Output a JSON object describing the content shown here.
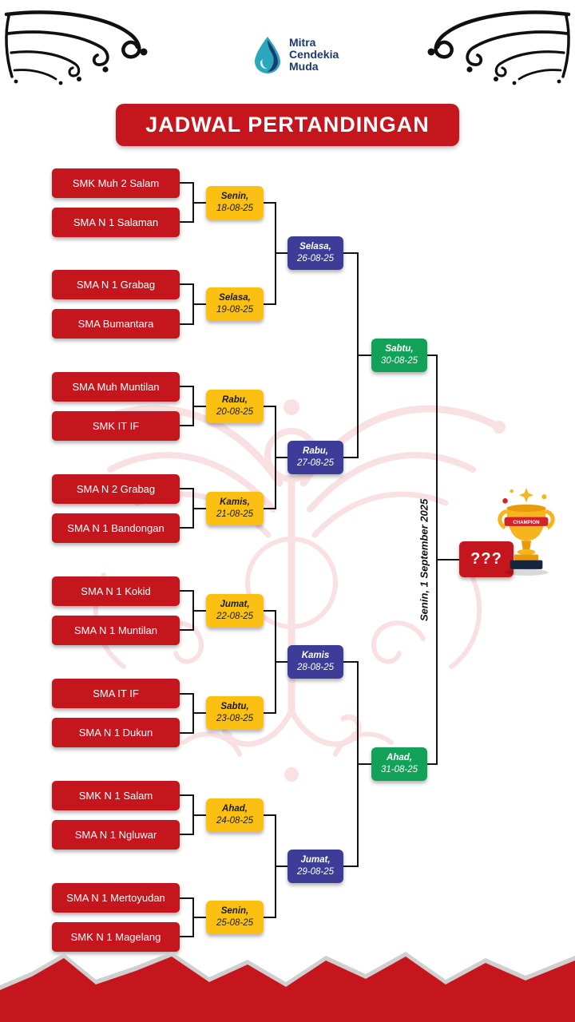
{
  "logo": {
    "line1": "Mitra",
    "line2": "Cendekia",
    "line3": "Muda"
  },
  "title": "JADWAL PERTANDINGAN",
  "bracket": {
    "teams": [
      "SMK Muh 2 Salam",
      "SMA N 1 Salaman",
      "SMA N 1 Grabag",
      "SMA Bumantara",
      "SMA Muh Muntilan",
      "SMK IT IF",
      "SMA N 2 Grabag",
      "SMA N 1 Bandongan",
      "SMA N 1 Kokid",
      "SMA N 1 Muntilan",
      "SMA IT IF",
      "SMA N 1 Dukun",
      "SMK N 1 Salam",
      "SMA N 1 Ngluwar",
      "SMA N 1 Mertoyudan",
      "SMK N 1 Magelang"
    ],
    "round1": [
      {
        "day": "Senin,",
        "date": "18-08-25"
      },
      {
        "day": "Selasa,",
        "date": "19-08-25"
      },
      {
        "day": "Rabu,",
        "date": "20-08-25"
      },
      {
        "day": "Kamis,",
        "date": "21-08-25"
      },
      {
        "day": "Jumat,",
        "date": "22-08-25"
      },
      {
        "day": "Sabtu,",
        "date": "23-08-25"
      },
      {
        "day": "Ahad,",
        "date": "24-08-25"
      },
      {
        "day": "Senin,",
        "date": "25-08-25"
      }
    ],
    "round2": [
      {
        "day": "Selasa,",
        "date": "26-08-25"
      },
      {
        "day": "Rabu,",
        "date": "27-08-25"
      },
      {
        "day": "Kamis",
        "date": "28-08-25"
      },
      {
        "day": "Jumat,",
        "date": "29-08-25"
      }
    ],
    "round3": [
      {
        "day": "Sabtu,",
        "date": "30-08-25"
      },
      {
        "day": "Ahad,",
        "date": "31-08-25"
      }
    ],
    "final": {
      "winner_label": "???",
      "date_text": "Senin, 1 September 2025"
    }
  },
  "trophy": {
    "band_label": "CHAMPION"
  },
  "colors": {
    "red": "#C5161E",
    "yellow": "#FBC011",
    "blue": "#3D3D99",
    "green": "#12A158",
    "navy": "#1D3A6E",
    "teal": "#2AA7BC",
    "pattern": "#D8242F",
    "line": "#141414"
  }
}
